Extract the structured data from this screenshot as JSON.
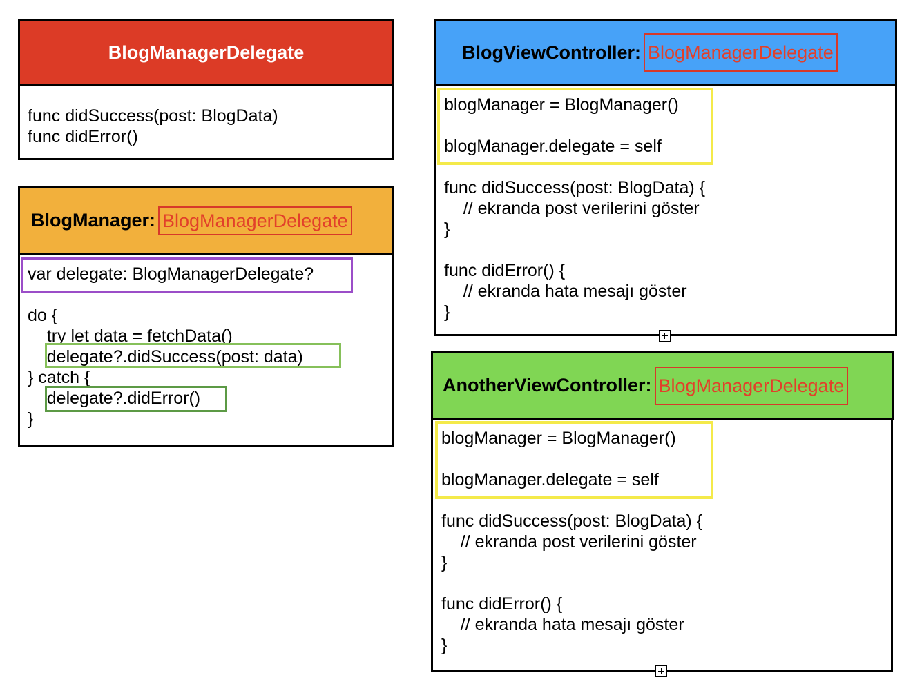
{
  "delegate_box": {
    "title": "BlogManagerDelegate",
    "lines": [
      "func didSuccess(post: BlogData)",
      "func didError()"
    ]
  },
  "manager_box": {
    "title": "BlogManager:",
    "conformance": "BlogManagerDelegate",
    "lines": [
      "var delegate: BlogManagerDelegate?",
      "do {",
      "    try let data = fetchData()",
      "    delegate?.didSuccess(post: data)",
      "} catch {",
      "    delegate?.didError()",
      "}"
    ]
  },
  "blog_vc_box": {
    "title": "BlogViewController:",
    "conformance": "BlogManagerDelegate",
    "lines": [
      "blogManager = BlogManager()",
      "blogManager.delegate = self",
      "func didSuccess(post: BlogData) {",
      "    // ekranda post verilerini göster",
      "}",
      "func didError() {",
      "    // ekranda hata mesajı göster",
      "}"
    ]
  },
  "another_vc_box": {
    "title": "AnotherViewController:",
    "conformance": "BlogManagerDelegate",
    "lines": [
      "blogManager = BlogManager()",
      "blogManager.delegate = self",
      "func didSuccess(post: BlogData) {",
      "    // ekranda post verilerini göster",
      "}",
      "func didError() {",
      "    // ekranda hata mesajı göster",
      "}"
    ]
  },
  "colors": {
    "delegate_header": "#dc3b26",
    "manager_header": "#f2b03c",
    "blog_vc_header": "#47a2f8",
    "another_vc_header": "#80d654",
    "conformance_text": "#e2402a",
    "purple_highlight": "#9b4dc8",
    "yellow_highlight": "#f4ea4a",
    "green_highlight": "#86c05a",
    "darkgreen_highlight": "#5c9a45"
  }
}
